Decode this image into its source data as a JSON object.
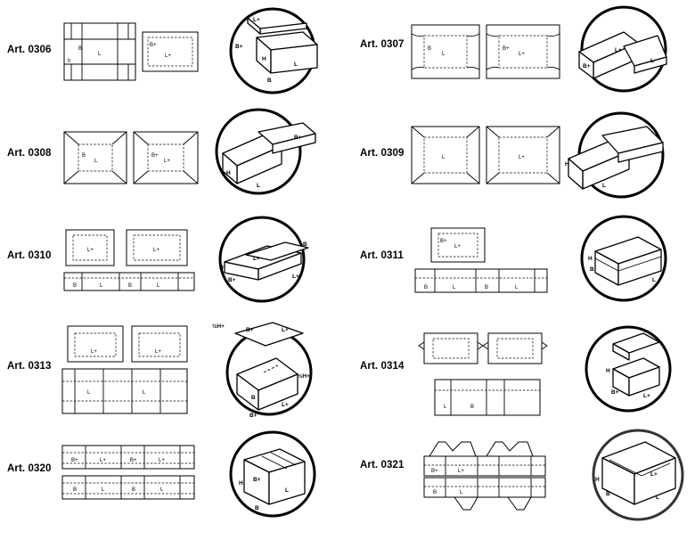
{
  "catalog": {
    "articles": [
      {
        "id": "0306",
        "label": "Art. 0306"
      },
      {
        "id": "0307",
        "label": "Art. 0307"
      },
      {
        "id": "0308",
        "label": "Art. 0308"
      },
      {
        "id": "0309",
        "label": "Art. 0309"
      },
      {
        "id": "0310",
        "label": "Art. 0310"
      },
      {
        "id": "0311",
        "label": "Art. 0311"
      },
      {
        "id": "0313",
        "label": "Art. 0313"
      },
      {
        "id": "0314",
        "label": "Art. 0314"
      },
      {
        "id": "0320",
        "label": "Art. 0320"
      },
      {
        "id": "0321",
        "label": "Art. 0321"
      }
    ],
    "dims": {
      "length": "L",
      "length_plus": "L+",
      "breadth": "B",
      "breadth_plus": "B+",
      "height": "H",
      "height_small": "h",
      "half_height_plus": "½H+"
    }
  }
}
